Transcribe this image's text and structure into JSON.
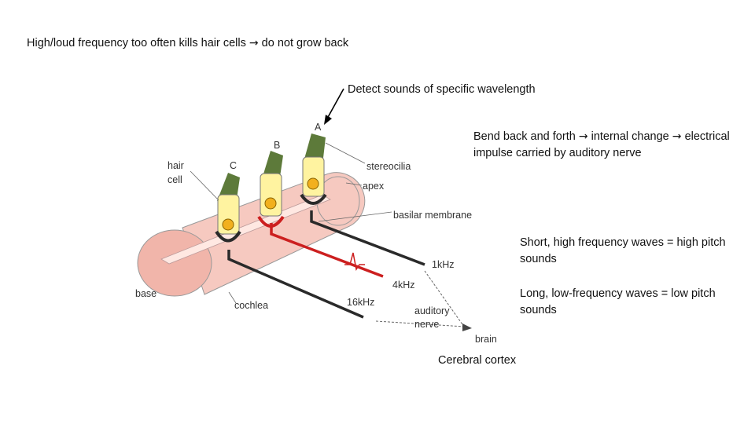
{
  "slide": {
    "line1_a": "High/loud frequency too often kills hair cells",
    "line1_b": "do not grow back",
    "detect": "Detect sounds of specific wavelength",
    "bend_a": "Bend back and forth",
    "bend_b": "internal change",
    "bend_c": "electrical impulse carried by auditory nerve",
    "short_waves": "Short, high frequency waves = high pitch sounds",
    "long_waves": "Long, low-frequency waves = low pitch sounds",
    "cortex": "Cerebral cortex",
    "arrow_glyph": "→"
  },
  "diagram": {
    "labels": {
      "hair_cell_1": "hair",
      "hair_cell_2": "cell",
      "a": "A",
      "b": "B",
      "c": "C",
      "stereocilia": "stereocilia",
      "apex": "apex",
      "basilar": "basilar membrane",
      "khz1": "1kHz",
      "khz4": "4kHz",
      "khz16": "16kHz",
      "base": "base",
      "cochlea": "cochlea",
      "auditory1": "auditory",
      "auditory2": "nerve",
      "brain": "brain"
    },
    "colors": {
      "cochlea_fill": "#f6c9c0",
      "cell_fill": "#fff3a0",
      "nucleus": "#f2b01e",
      "cilia": "#5d7a3a",
      "nerve_black": "#2a2a2a",
      "nerve_red": "#cc1f1f"
    }
  }
}
